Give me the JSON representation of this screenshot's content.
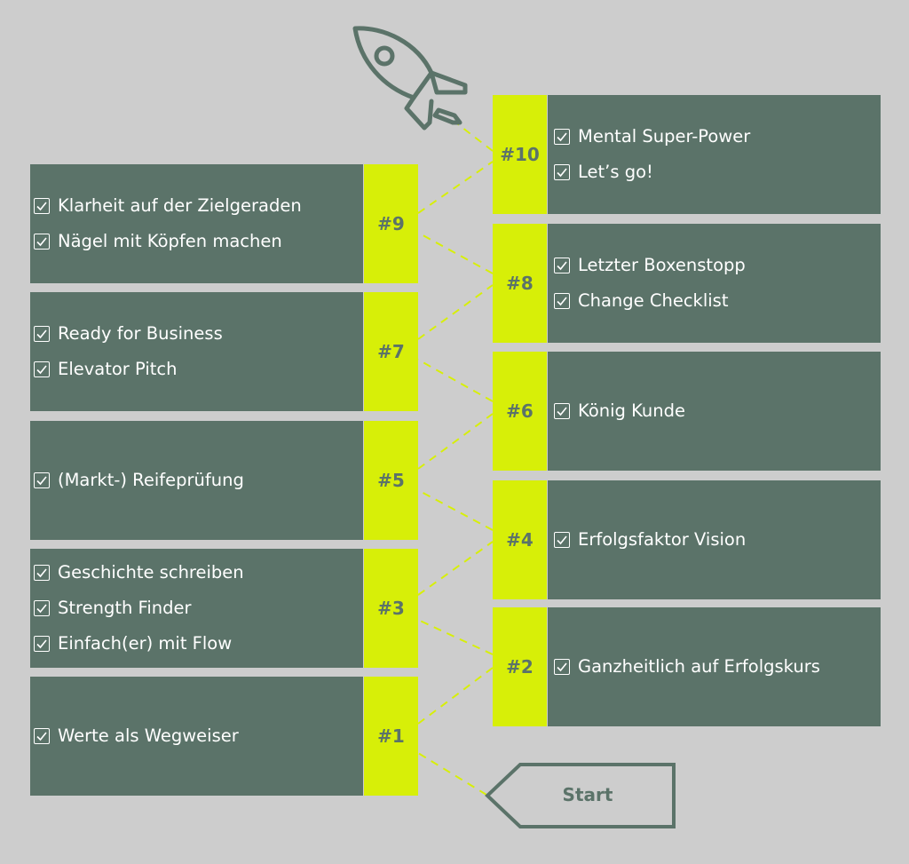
{
  "colors": {
    "background": "#cdcdcd",
    "panel": "#5b7369",
    "tab": "#d7ef08",
    "text": "#ffffff",
    "dash": "#d7ef08"
  },
  "steps": [
    {
      "label": "#1",
      "side": "left",
      "items": [
        "Werte als Wegweiser"
      ]
    },
    {
      "label": "#2",
      "side": "right",
      "items": [
        "Ganzheitlich auf Erfolgskurs"
      ]
    },
    {
      "label": "#3",
      "side": "left",
      "items": [
        "Geschichte schreiben",
        "Strength Finder",
        "Einfach(er) mit Flow"
      ]
    },
    {
      "label": "#4",
      "side": "right",
      "items": [
        "Erfolgsfaktor Vision"
      ]
    },
    {
      "label": "#5",
      "side": "left",
      "items": [
        "(Markt-) Reifeprüfung"
      ]
    },
    {
      "label": "#6",
      "side": "right",
      "items": [
        "König Kunde"
      ]
    },
    {
      "label": "#7",
      "side": "left",
      "items": [
        "Ready for Business",
        "Elevator Pitch"
      ]
    },
    {
      "label": "#8",
      "side": "right",
      "items": [
        "Letzter Boxenstopp",
        "Change Checklist"
      ]
    },
    {
      "label": "#9",
      "side": "left",
      "items": [
        "Klarheit auf der Zielgeraden",
        "Nägel mit Köpfen machen"
      ]
    },
    {
      "label": "#10",
      "side": "right",
      "items": [
        "Mental Super-Power",
        "Let’s go!"
      ]
    }
  ],
  "start": {
    "label": "Start"
  },
  "icons": {
    "rocket": "rocket-icon",
    "checkbox": "checkbox-icon",
    "start-arrow": "start-arrow-icon"
  }
}
